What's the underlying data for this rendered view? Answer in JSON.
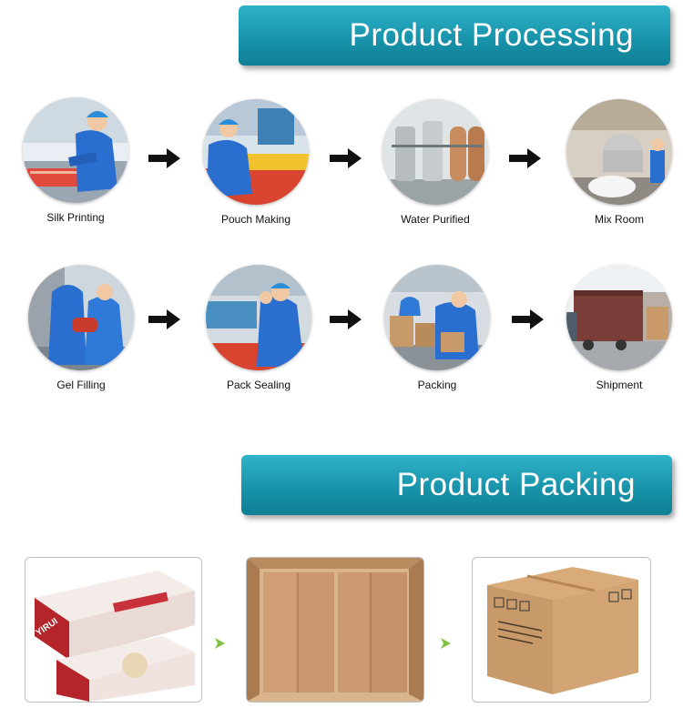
{
  "processing": {
    "title": "Product Processing",
    "steps": [
      {
        "label": "Silk Printing"
      },
      {
        "label": "Pouch Making"
      },
      {
        "label": "Water Purified"
      },
      {
        "label": "Mix Room"
      },
      {
        "label": "Gel Filling"
      },
      {
        "label": "Pack Sealing"
      },
      {
        "label": "Packing"
      },
      {
        "label": "Shipment"
      }
    ]
  },
  "packing": {
    "title": "Product Packing",
    "brand": "YIRUI"
  },
  "colors": {
    "banner": "#1894ab",
    "arrow": "#111111",
    "packing_arrow": "#7fc241",
    "uniform": "#2a6fd0",
    "cardboard": "#c89a6a"
  },
  "icons": {
    "process_arrow": "arrow-right-icon",
    "packing_arrow": "triangle-right-icon"
  }
}
